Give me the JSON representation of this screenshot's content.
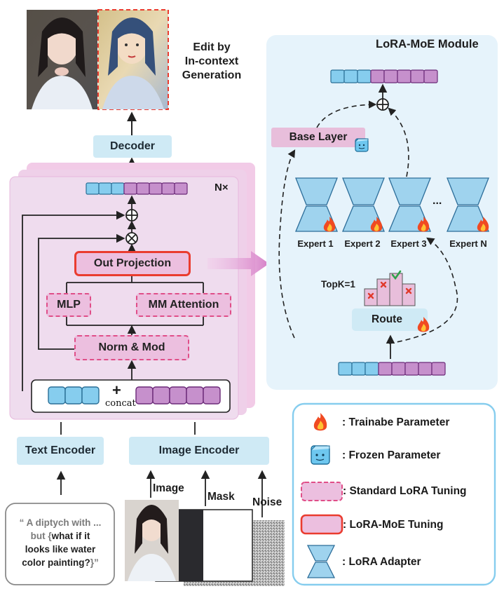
{
  "top": {
    "caption_line1": "Edit by",
    "caption_line2": "In-context",
    "caption_line3": "Generation"
  },
  "blocks": {
    "decoder": "Decoder",
    "repeat": "N×",
    "out_projection": "Out Projection",
    "mlp": "MLP",
    "mm_attention": "MM Attention",
    "norm_mod": "Norm & Mod",
    "concat_plus": "+",
    "concat": "concat",
    "text_encoder": "Text Encoder",
    "image_encoder": "Image Encoder"
  },
  "inputs": {
    "image": "Image",
    "mask": "Mask",
    "noise": "Noise",
    "prompt_open": "“ A diptych with ...",
    "prompt_but": "but {",
    "prompt_b1": "what if it",
    "prompt_b2": "looks like water",
    "prompt_b3": "color painting?",
    "prompt_close": "}”"
  },
  "lora_moe": {
    "title": "LoRA-MoE Module",
    "base_layer": "Base Layer",
    "experts": [
      "Expert 1",
      "Expert 2",
      "Expert 3",
      "Expert N"
    ],
    "ellipsis": "...",
    "topk": "TopK=1",
    "route": "Route"
  },
  "legend": {
    "trainable": ": Trainabe Parameter",
    "frozen": ": Frozen Parameter",
    "standard": ": Standard LoRA Tuning",
    "moe": ": LoRA-MoE Tuning",
    "adapter": ": LoRA Adapter"
  },
  "colors": {
    "token_blue": "#86cdee",
    "token_purple": "#c690cc",
    "panel_pink": "#eedaec",
    "panel_blue": "#e6f3fb",
    "accent_red": "#ea3c2f",
    "accent_pink": "#e04e88"
  }
}
